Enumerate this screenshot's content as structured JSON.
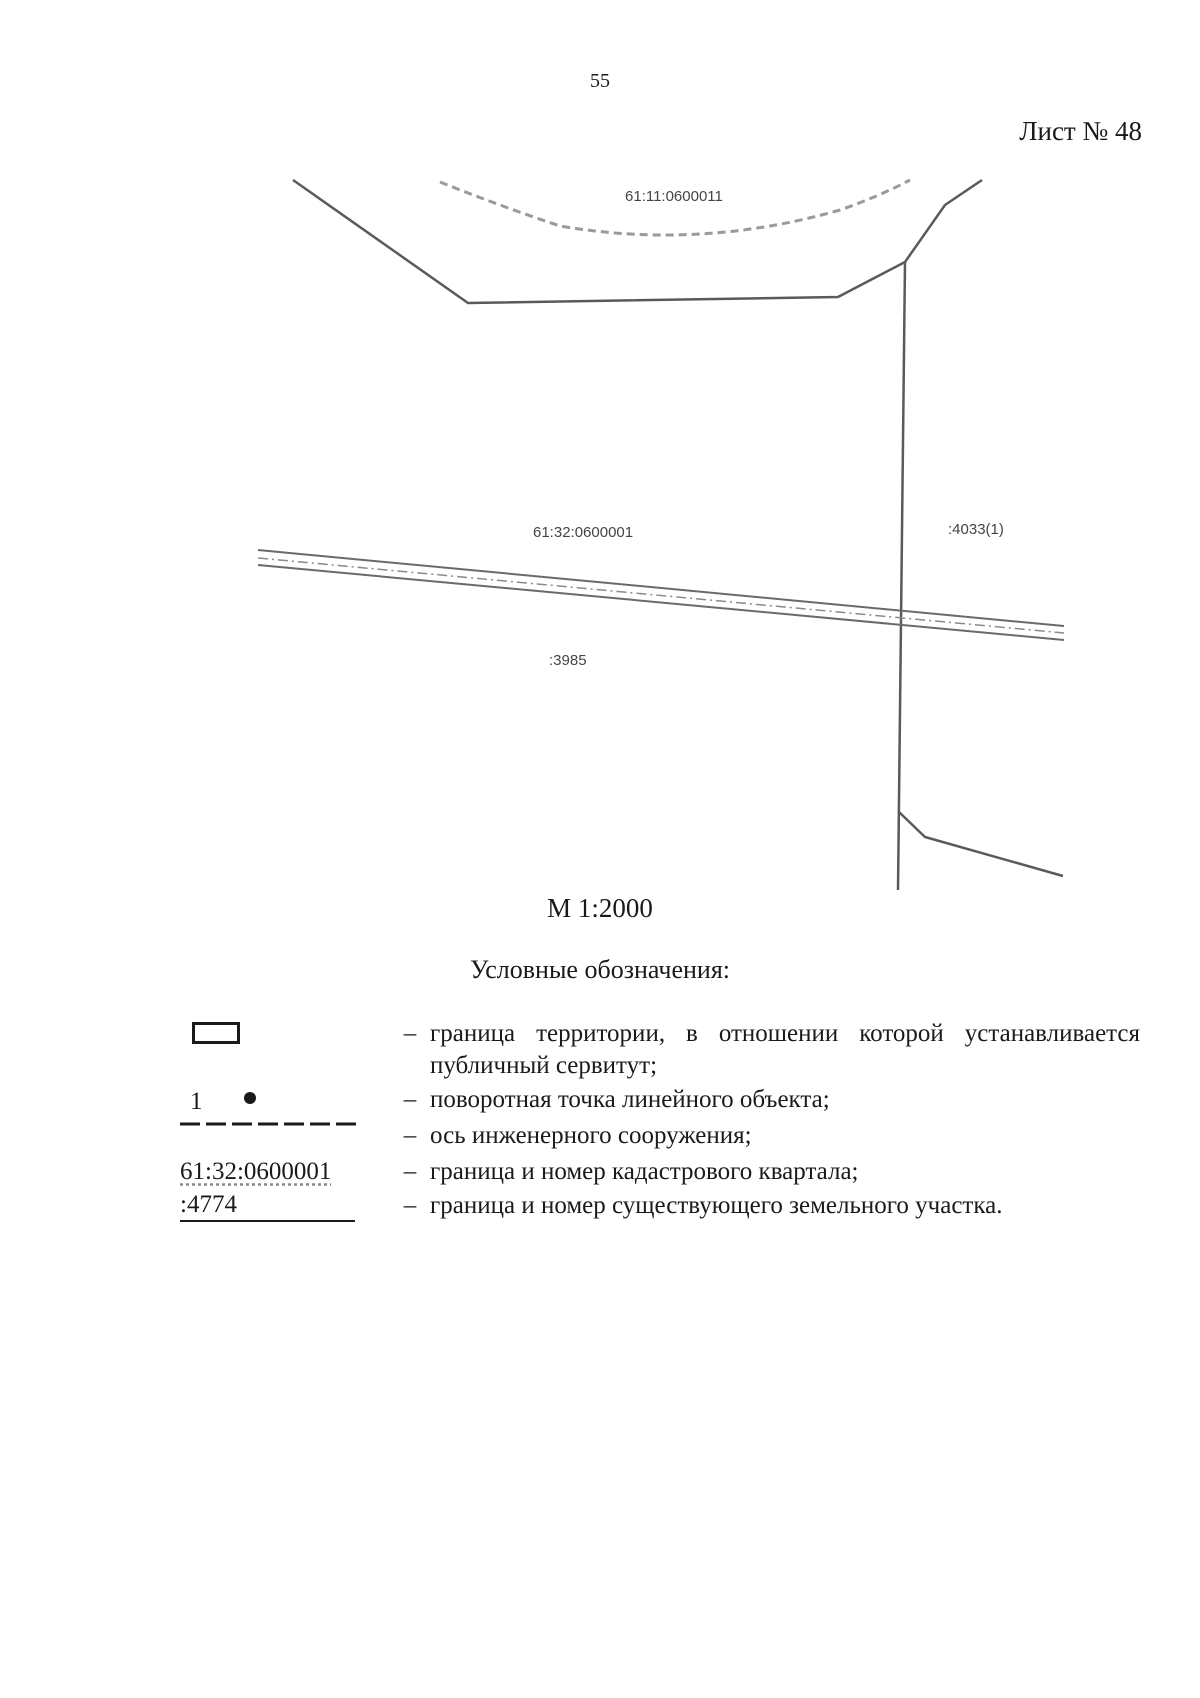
{
  "page": {
    "number": "55",
    "sheet_title": "Лист № 48"
  },
  "map": {
    "labels": {
      "quarter_top": "61:11:0600011",
      "quarter_main": "61:32:0600001",
      "parcel_right": ":4033(1)",
      "parcel_bottom": ":3985"
    },
    "colors": {
      "line": "#5a5a5a",
      "dashed_boundary": "#9a9a9a"
    }
  },
  "scale": {
    "label": "М 1:2000"
  },
  "legend": {
    "title": "Условные обозначения:",
    "dash": "–",
    "items": [
      {
        "symbol": "rectangle",
        "description": "граница территории, в отношении которой устанавливается публичный сервитут;"
      },
      {
        "symbol": "point",
        "symbol_text": "1",
        "description": "поворотная точка линейного объекта;"
      },
      {
        "symbol": "dash-line",
        "description": "ось инженерного сооружения;"
      },
      {
        "symbol": "quarter",
        "symbol_text": "61:32:0600001",
        "description": "граница и номер кадастрового квартала;"
      },
      {
        "symbol": "parcel",
        "symbol_text": ":4774",
        "description": "граница и номер существующего земельного участка."
      }
    ]
  }
}
